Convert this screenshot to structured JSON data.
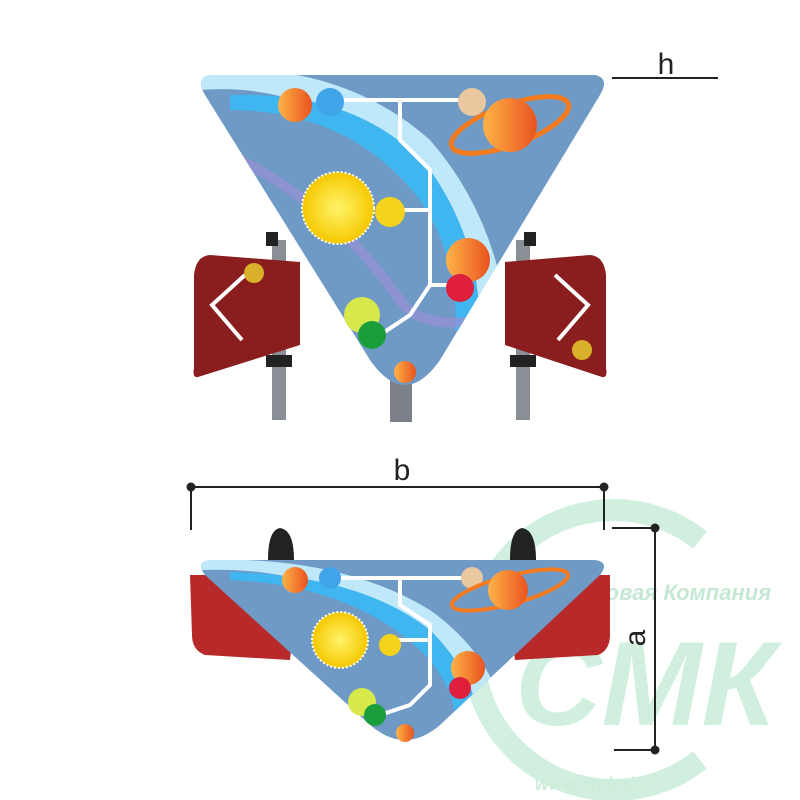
{
  "dimensions": {
    "h": "h",
    "b": "b",
    "a": "a"
  },
  "watermark": {
    "company": "Торговая Компания",
    "logo": "СМК",
    "url": "www.smk-tk.ru"
  },
  "colors": {
    "panel": "#6f9ac6",
    "panel_stripe": "#3fb6ef",
    "wing": "#8a1d1d",
    "post": "#8a8f96",
    "watermark": "#bfe6cf"
  }
}
